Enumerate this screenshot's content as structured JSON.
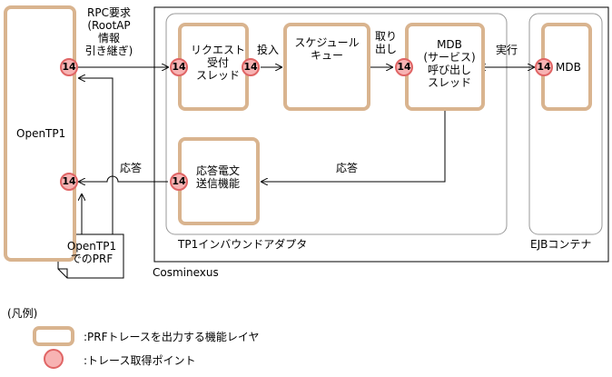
{
  "labels": {
    "rpc_request": [
      "RPC要求",
      "(RootAP",
      "情報",
      "引き継ぎ)"
    ],
    "openTP1": "OpenTP1",
    "openTP1_prf": [
      "OpenTP1",
      "でのPRF"
    ],
    "cosminexus": "Cosminexus",
    "tp1_adapter": "TP1インバウンドアダプタ",
    "ejb_container": "EJBコンテナ",
    "request_thread": [
      "リクエスト",
      "受付",
      "スレッド"
    ],
    "submit": "投入",
    "schedule_queue": [
      "スケジュール",
      "キュー"
    ],
    "take_out": [
      "取り",
      "出し"
    ],
    "mdb_service": [
      "MDB",
      "(サービス)",
      "呼び出し",
      "スレッド"
    ],
    "execute": "実行",
    "mdb": "MDB",
    "response_sender": [
      "応答電文",
      "送信機能"
    ],
    "response_1": "応答",
    "response_2": "応答",
    "point_number": "14"
  },
  "legend": {
    "title": "(凡例)",
    "layer_desc": ":PRFトレースを出力する機能レイヤ",
    "point_desc": ":トレース取得ポイント"
  },
  "colors": {
    "layer_border": "#d9b48f",
    "point_fill": "#f7b3b3",
    "point_border": "#e06565"
  }
}
